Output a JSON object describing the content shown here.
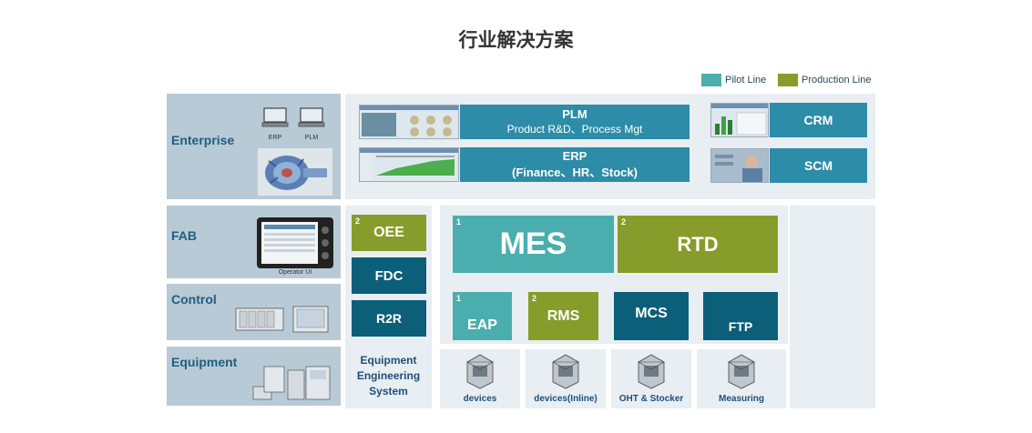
{
  "title": "行业解决方案",
  "legend": [
    {
      "label": "Pilot Line",
      "color": "#4aaeae"
    },
    {
      "label": "Production Line",
      "color": "#879c2a"
    }
  ],
  "layers": {
    "enterprise": {
      "label": "Enterprise",
      "icons": [
        "ERP",
        "PLM"
      ]
    },
    "fab": {
      "label": "FAB",
      "caption": "Operator UI"
    },
    "control": {
      "label": "Control"
    },
    "equipment": {
      "label": "Equipment"
    }
  },
  "enterprise_systems": {
    "plm": {
      "title": "PLM",
      "subtitle": "Product R&D、Process Mgt"
    },
    "erp": {
      "title": "ERP",
      "subtitle": "(Finance、HR、Stock)"
    },
    "crm": {
      "title": "CRM"
    },
    "scm": {
      "title": "SCM"
    }
  },
  "left_column": {
    "oee": {
      "badge": "2",
      "label": "OEE"
    },
    "fdc": {
      "label": "FDC"
    },
    "r2r": {
      "label": "R2R"
    },
    "engineering": [
      "Equipment",
      "Engineering",
      "System"
    ]
  },
  "main": {
    "mes": {
      "badge": "1",
      "label": "MES"
    },
    "rtd": {
      "badge": "2",
      "label": "RTD"
    },
    "eap": {
      "badge": "1",
      "label": "EAP"
    },
    "rms": {
      "badge": "2",
      "label": "RMS"
    },
    "mcs": {
      "label": "MCS"
    },
    "ftp": {
      "label": "FTP"
    }
  },
  "devices": [
    "devices",
    "devices(Inline)",
    "OHT & Stocker",
    "Measuring"
  ],
  "colors": {
    "pilot": "#4aaeae",
    "production": "#879c2a",
    "blue": "#2d8ca7",
    "dark": "#0c5f78"
  }
}
